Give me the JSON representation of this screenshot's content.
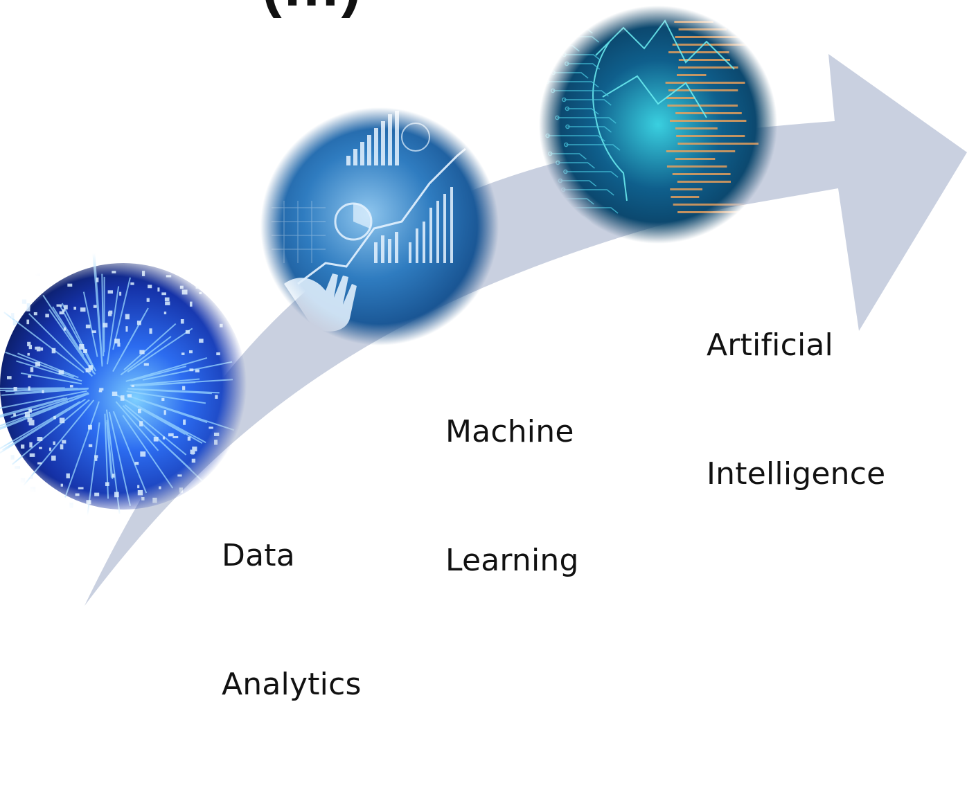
{
  "heading_fragment": "(…)",
  "colors": {
    "arrow": "#c9d0e0",
    "data_analytics_image": "#1a3fc2",
    "machine_learning_image": "#1f6fb8",
    "artificial_intelligence_image": "#0b4f7a",
    "label_text": "#111111"
  },
  "stages": [
    {
      "line1": "Data",
      "line2": "Analytics",
      "image_icon": "binary-data-tunnel-image"
    },
    {
      "line1": "Machine",
      "line2": "Learning",
      "image_icon": "analytics-charts-hand-image"
    },
    {
      "line1": "Artificial",
      "line2": "Intelligence",
      "image_icon": "ai-face-circuit-code-image"
    }
  ]
}
